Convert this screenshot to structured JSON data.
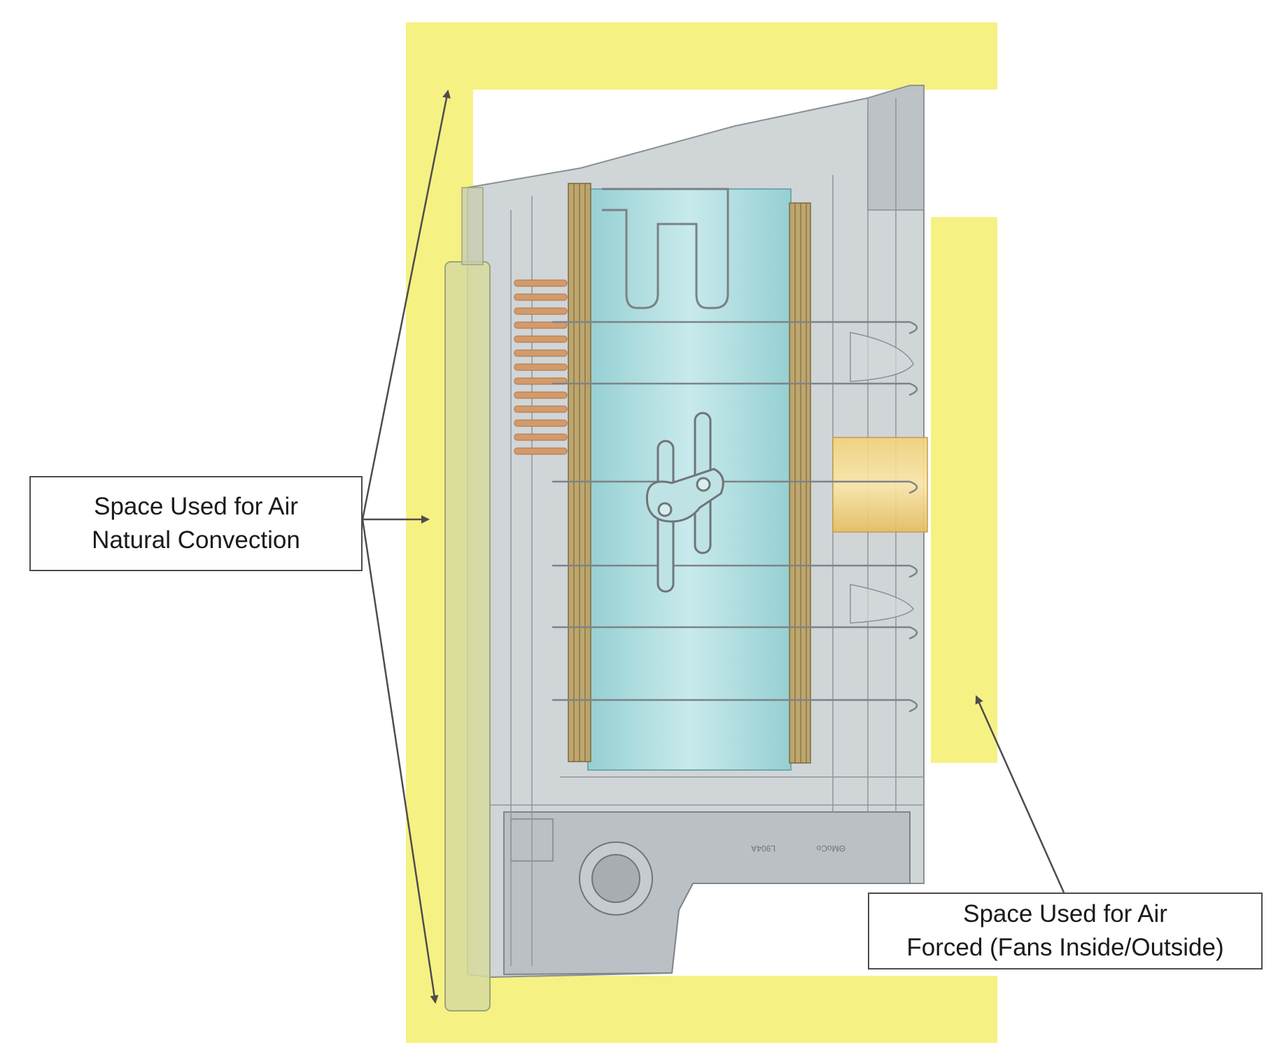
{
  "callouts": {
    "natural": {
      "line1": "Space Used for Air",
      "line2": "Natural Convection"
    },
    "forced": {
      "line1": "Space Used for Air",
      "line2": "Forced (Fans Inside/Outside)"
    }
  },
  "part_markings": {
    "mark1": "L904A",
    "mark2": "ΘMoCo"
  },
  "colors": {
    "air_zone_yellow": "#f6f183",
    "housing_gray": "#c3c9cd",
    "coolant_cyan": "#a8dede",
    "winding_gold": "#bba163",
    "pins_copper": "#d49a6a",
    "arrow_gray": "#4d4d4d"
  }
}
